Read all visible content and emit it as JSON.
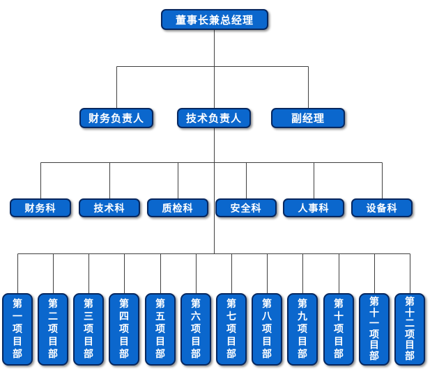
{
  "org_chart": {
    "colors": {
      "background": "#ffffff",
      "box_fill": "#0b67cd",
      "box_border": "#06275f",
      "box_text": "#ffffff",
      "connector": "#3f3f3f"
    },
    "root": {
      "label": "董事长兼总经理"
    },
    "management": [
      {
        "label": "财务负责人"
      },
      {
        "label": "技术负责人"
      },
      {
        "label": "副经理"
      }
    ],
    "departments": [
      {
        "label": "财务科"
      },
      {
        "label": "技术科"
      },
      {
        "label": "质检科"
      },
      {
        "label": "安全科"
      },
      {
        "label": "人事科"
      },
      {
        "label": "设备科"
      }
    ],
    "project_departments": [
      {
        "label": "第一项目部"
      },
      {
        "label": "第二项目部"
      },
      {
        "label": "第三项目部"
      },
      {
        "label": "第四项目部"
      },
      {
        "label": "第五项目部"
      },
      {
        "label": "第六项目部"
      },
      {
        "label": "第七项目部"
      },
      {
        "label": "第八项目部"
      },
      {
        "label": "第九项目部"
      },
      {
        "label": "第十项目部"
      },
      {
        "label": "第十一项目部"
      },
      {
        "label": "第十二项目部"
      }
    ],
    "hierarchy": {
      "root_children": [
        "财务负责人",
        "技术负责人",
        "副经理"
      ],
      "departments_parent": "技术负责人",
      "project_departments_parent": "技术负责人"
    }
  }
}
